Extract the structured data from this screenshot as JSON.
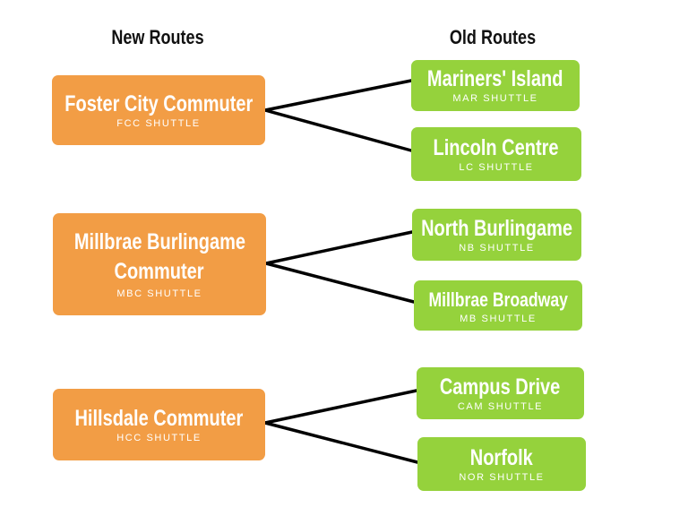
{
  "headings": {
    "new": "New Routes",
    "old": "Old Routes"
  },
  "groups": [
    {
      "new": {
        "title": "Foster City Commuter",
        "sub": "FCC SHUTTLE"
      },
      "old": [
        {
          "title": "Mariners' Island",
          "sub": "MAR SHUTTLE"
        },
        {
          "title": "Lincoln Centre",
          "sub": "LC SHUTTLE"
        }
      ]
    },
    {
      "new": {
        "title_line1": "Millbrae Burlingame",
        "title_line2": "Commuter",
        "sub": "MBC SHUTTLE"
      },
      "old": [
        {
          "title": "North Burlingame",
          "sub": "NB SHUTTLE"
        },
        {
          "title": "Millbrae Broadway",
          "sub": "MB SHUTTLE"
        }
      ]
    },
    {
      "new": {
        "title": "Hillsdale Commuter",
        "sub": "HCC SHUTTLE"
      },
      "old": [
        {
          "title": "Campus Drive",
          "sub": "CAM SHUTTLE"
        },
        {
          "title": "Norfolk",
          "sub": "NOR SHUTTLE"
        }
      ]
    }
  ],
  "colors": {
    "new_box": "#f29d45",
    "old_box": "#95d23c",
    "connector": "#000000"
  }
}
